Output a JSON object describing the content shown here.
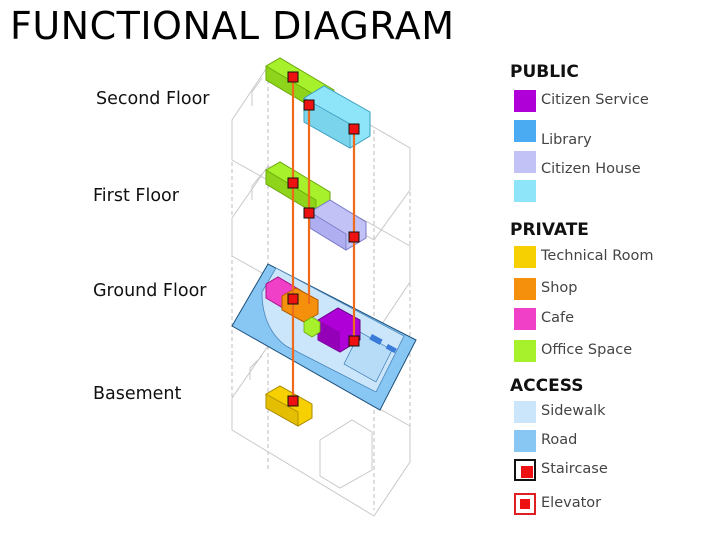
{
  "title": "FUNCTIONAL DIAGRAM",
  "floors": [
    {
      "label": "Second Floor"
    },
    {
      "label": "First Floor"
    },
    {
      "label": "Ground Floor"
    },
    {
      "label": "Basement"
    }
  ],
  "legend": {
    "public": {
      "heading": "PUBLIC",
      "items": [
        {
          "label": "Citizen Service",
          "color": "#b000d8"
        },
        {
          "label": "Library",
          "color": "#4aaaf2"
        },
        {
          "label": "Citizen House",
          "color": "#c2c2f6"
        },
        {
          "label": "",
          "color": "#8ee4f8"
        }
      ]
    },
    "private": {
      "heading": "PRIVATE",
      "items": [
        {
          "label": "Technical Room",
          "color": "#f6d000"
        },
        {
          "label": "Shop",
          "color": "#f4900c"
        },
        {
          "label": "Cafe",
          "color": "#f040c8"
        },
        {
          "label": "Office Space",
          "color": "#a6f02c"
        }
      ]
    },
    "access": {
      "heading": "ACCESS",
      "items": [
        {
          "label": "Sidewalk",
          "color": "#cbe6fb",
          "kind": "fill"
        },
        {
          "label": "Road",
          "color": "#88c6f4",
          "kind": "fill"
        },
        {
          "label": "Staircase",
          "color": "#ee1111",
          "kind": "box"
        },
        {
          "label": "Elevator",
          "color": "#ee1111",
          "kind": "box-red"
        }
      ]
    }
  },
  "colors": {
    "outline": "#bdbdbd",
    "circulation": "#ef6a1a"
  }
}
